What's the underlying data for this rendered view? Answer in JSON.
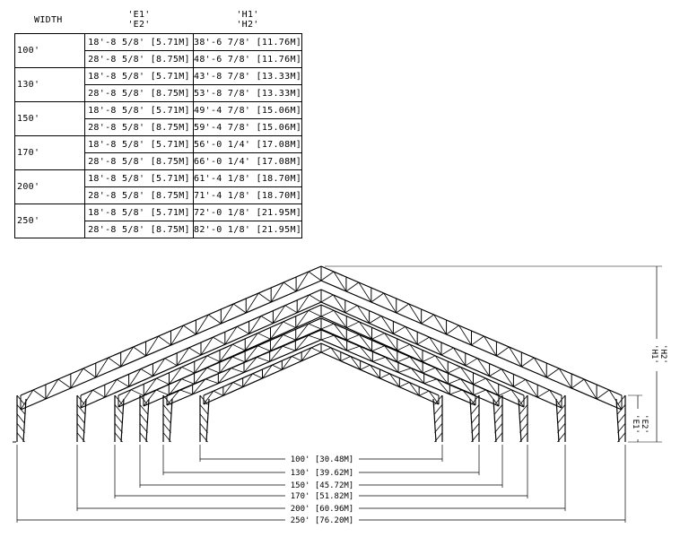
{
  "table": {
    "headers": {
      "width": "WIDTH",
      "e": [
        "'E1'",
        "'E2'"
      ],
      "h": [
        "'H1'",
        "'H2'"
      ]
    },
    "rows": [
      {
        "width": "100'",
        "e1": "18'-8 5/8' [5.71M]",
        "e2": "28'-8 5/8' [8.75M]",
        "h1": "38'-6 7/8' [11.76M]",
        "h2": "48'-6 7/8' [11.76M]"
      },
      {
        "width": "130'",
        "e1": "18'-8 5/8' [5.71M]",
        "e2": "28'-8 5/8' [8.75M]",
        "h1": "43'-8 7/8' [13.33M]",
        "h2": "53'-8 7/8' [13.33M]"
      },
      {
        "width": "150'",
        "e1": "18'-8 5/8' [5.71M]",
        "e2": "28'-8 5/8' [8.75M]",
        "h1": "49'-4 7/8' [15.06M]",
        "h2": "59'-4 7/8' [15.06M]"
      },
      {
        "width": "170'",
        "e1": "18'-8 5/8' [5.71M]",
        "e2": "28'-8 5/8' [8.75M]",
        "h1": "56'-0 1/4' [17.08M]",
        "h2": "66'-0 1/4' [17.08M]"
      },
      {
        "width": "200'",
        "e1": "18'-8 5/8' [5.71M]",
        "e2": "28'-8 5/8' [8.75M]",
        "h1": "61'-4 1/8' [18.70M]",
        "h2": "71'-4 1/8' [18.70M]"
      },
      {
        "width": "250'",
        "e1": "18'-8 5/8' [5.71M]",
        "e2": "28'-8 5/8' [8.75M]",
        "h1": "72'-0 1/8' [21.95M]",
        "h2": "82'-0 1/8' [21.95M]"
      }
    ]
  },
  "diagram": {
    "height_label": [
      "'H1'",
      "'H2'"
    ],
    "eave_label": [
      "'E1'",
      "'E2'"
    ],
    "spans": [
      {
        "label": "100' [30.48M]"
      },
      {
        "label": "130' [39.62M]"
      },
      {
        "label": "150' [45.72M]"
      },
      {
        "label": "170' [51.82M]"
      },
      {
        "label": "200' [60.96M]"
      },
      {
        "label": "250' [76.20M]"
      }
    ]
  }
}
